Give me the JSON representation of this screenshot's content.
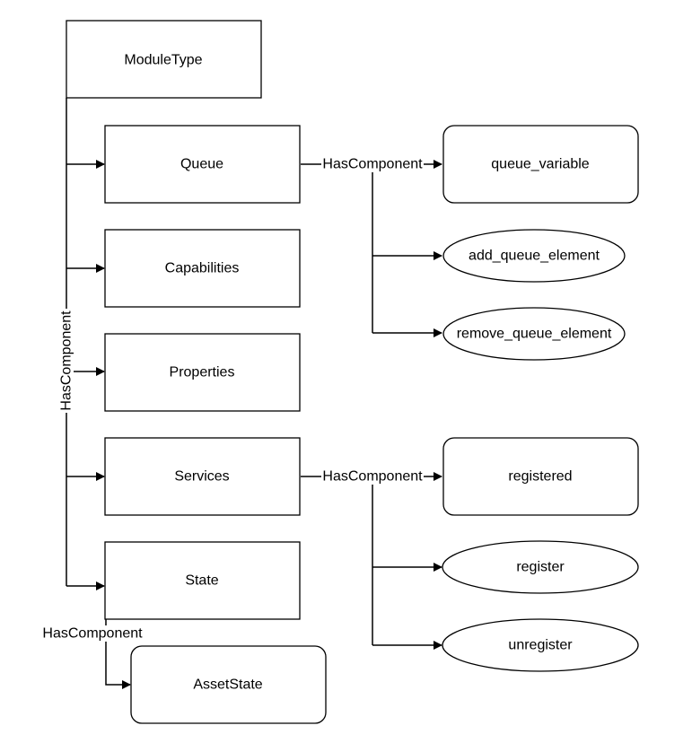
{
  "nodes": {
    "module_type": "ModuleType",
    "queue": "Queue",
    "capabilities": "Capabilities",
    "properties": "Properties",
    "services": "Services",
    "state": "State",
    "asset_state": "AssetState",
    "queue_variable": "queue_variable",
    "add_queue_element": "add_queue_element",
    "remove_queue_element": "remove_queue_element",
    "registered": "registered",
    "register": "register",
    "unregister": "unregister"
  },
  "edge_labels": {
    "module_has_component": "HasComponent",
    "queue_has_component": "HasComponent",
    "services_has_component": "HasComponent",
    "state_has_component": "HasComponent"
  }
}
